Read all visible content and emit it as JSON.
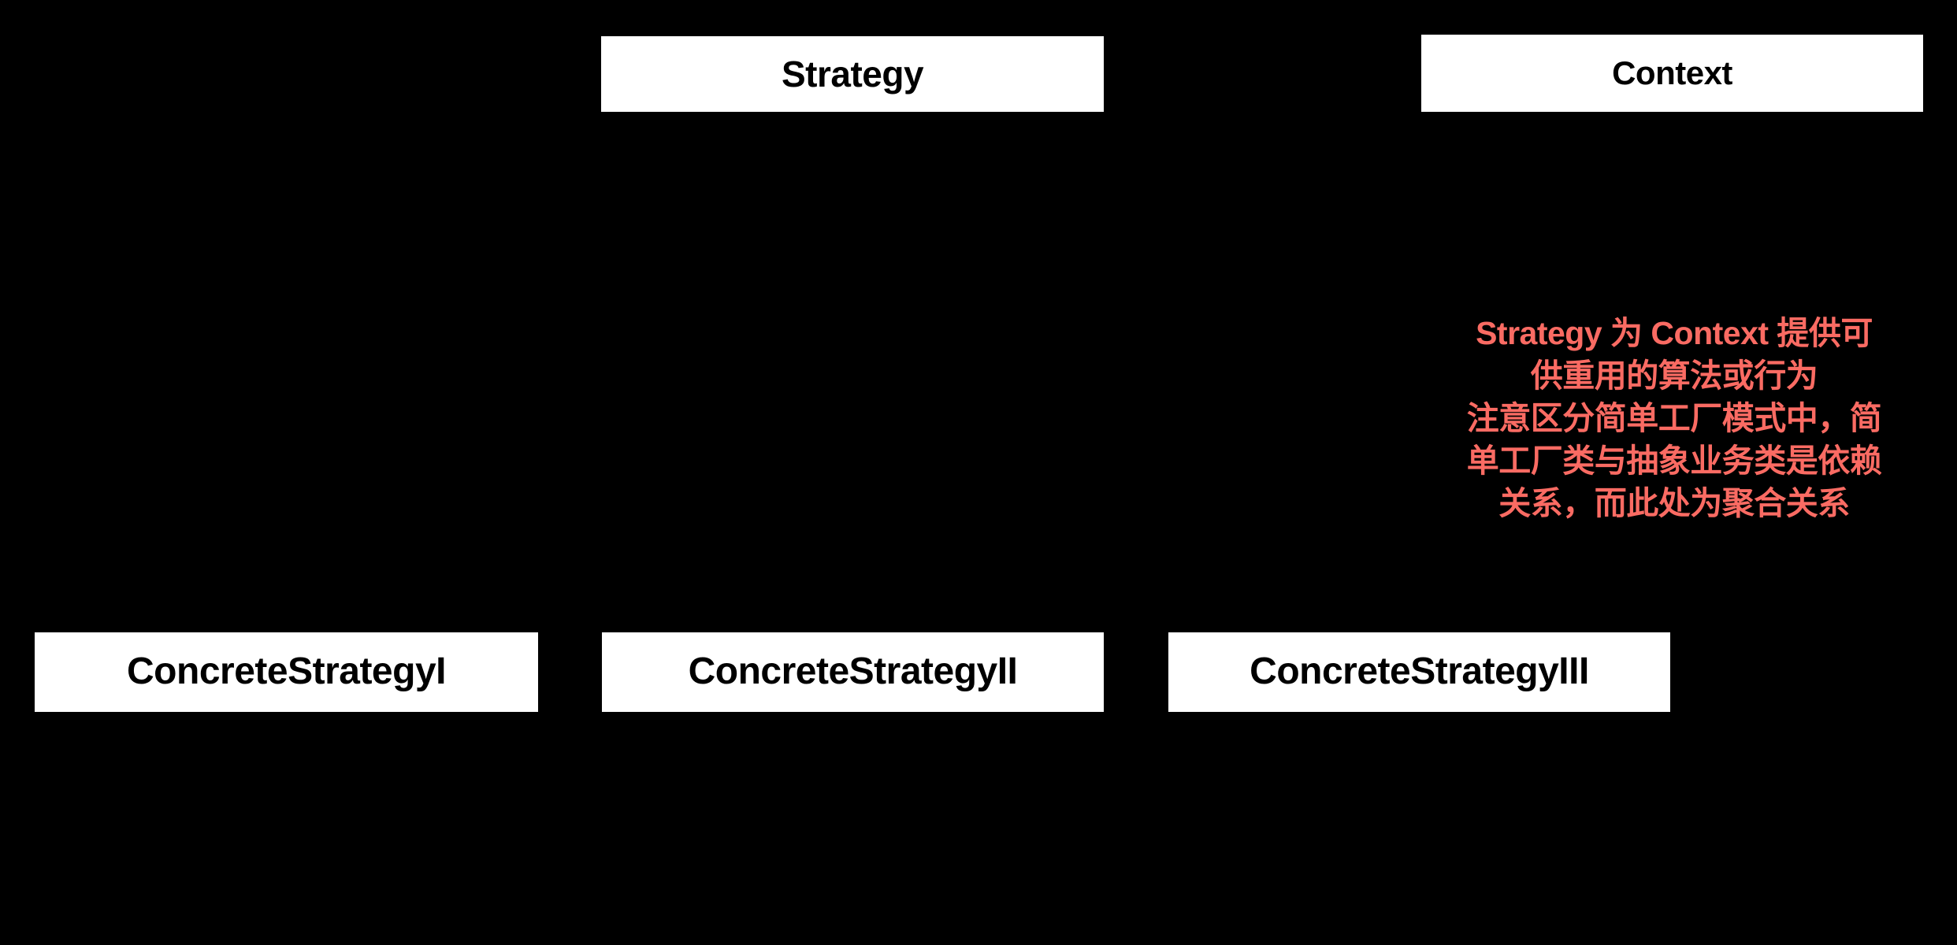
{
  "diagram": {
    "title": "Strategy Pattern UML Class Diagram",
    "background_color": "#000000",
    "box_fill_color": "#ffffff",
    "box_text_color": "#000000",
    "annotation_color": "#fa6b63"
  },
  "classes": {
    "strategy": {
      "name": "Strategy"
    },
    "context": {
      "name": "Context"
    },
    "concrete": [
      {
        "name": "ConcreteStrategyI"
      },
      {
        "name": "ConcreteStrategyII"
      },
      {
        "name": "ConcreteStrategyIII"
      }
    ]
  },
  "annotation": {
    "lines": [
      "Strategy 为 Context 提供可",
      "供重用的算法或行为",
      "注意区分简单工厂模式中，简",
      "单工厂类与抽象业务类是依赖",
      "关系，而此处为聚合关系"
    ]
  }
}
